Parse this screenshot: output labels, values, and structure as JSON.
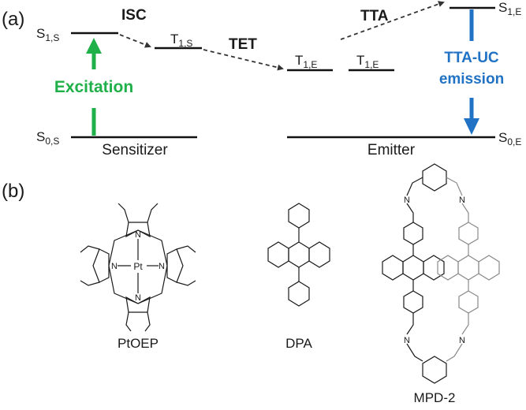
{
  "panel_a": {
    "tag": "(a)",
    "levels": {
      "s1s": {
        "main": "S",
        "sub": "1,S"
      },
      "s0s": {
        "main": "S",
        "sub": "0,S"
      },
      "t1s": {
        "main": "T",
        "sub": "1,S"
      },
      "t1e_a": {
        "main": "T",
        "sub": "1,E"
      },
      "t1e_b": {
        "main": "T",
        "sub": "1,E"
      },
      "s1e": {
        "main": "S",
        "sub": "1,E"
      },
      "s0e": {
        "main": "S",
        "sub": "0,E"
      }
    },
    "processes": {
      "isc": "ISC",
      "tet": "TET",
      "tta": "TTA",
      "excitation": "Excitation",
      "emission_line1": "TTA-UC",
      "emission_line2": "emission"
    },
    "groups": {
      "sensitizer": "Sensitizer",
      "emitter": "Emitter"
    },
    "colors": {
      "excitation": "#1fb04a",
      "emission": "#1f72c4",
      "text": "#1a1a1a"
    }
  },
  "panel_b": {
    "tag": "(b)",
    "molecules": [
      {
        "name": "PtOEP",
        "atoms": {
          "metal": "Pt",
          "n": "N"
        }
      },
      {
        "name": "DPA"
      },
      {
        "name": "MPD-2",
        "atoms": {
          "n": "N"
        }
      }
    ]
  }
}
